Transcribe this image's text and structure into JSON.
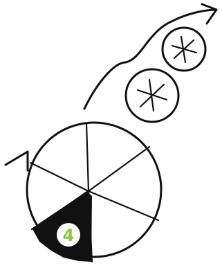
{
  "diagram": {
    "main_circle": {
      "sections": 6,
      "highlighted_section_label": "4"
    },
    "small_circles": 2,
    "colors": {
      "ink": "#111111",
      "badge_background": "#ffffff",
      "badge_number": "#8dc63f"
    }
  }
}
